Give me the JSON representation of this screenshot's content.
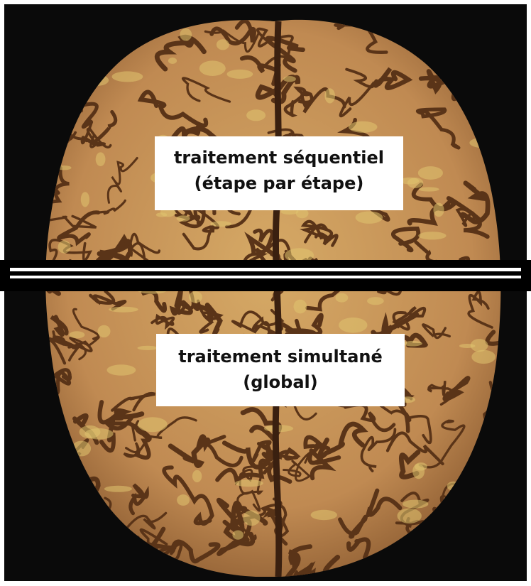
{
  "image": {
    "subject": "brain-top-view-photo",
    "background_color": "#0a0a0a",
    "frame_color": "#ffffff",
    "cortex_color": "#c8955a",
    "sulcus_color": "#5a3418",
    "highlight_color": "#e0c470",
    "divider_colors": [
      "#000000",
      "#ffffff"
    ]
  },
  "labels": {
    "top": {
      "line1": "traitement séquentiel",
      "line2": "(étape par étape)"
    },
    "bottom": {
      "line1": "traitement simultané",
      "line2": "(global)"
    }
  }
}
